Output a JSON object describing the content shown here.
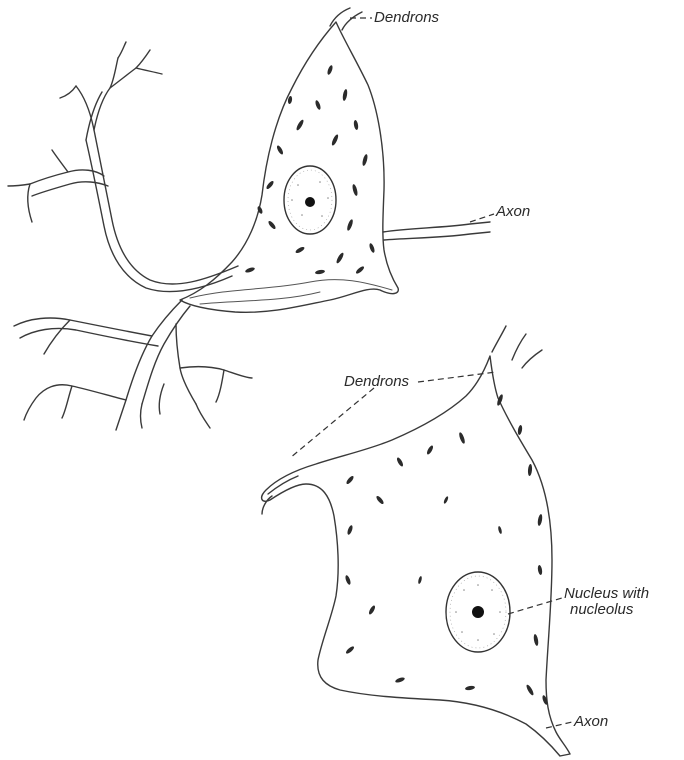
{
  "labels": {
    "upper_dendrons": "Dendrons",
    "upper_axon": "Axon",
    "lower_dendrons": "Dendrons",
    "nucleus": "Nucleus with",
    "nucleus_line2": "nucleolus",
    "lower_axon": "Axon"
  }
}
